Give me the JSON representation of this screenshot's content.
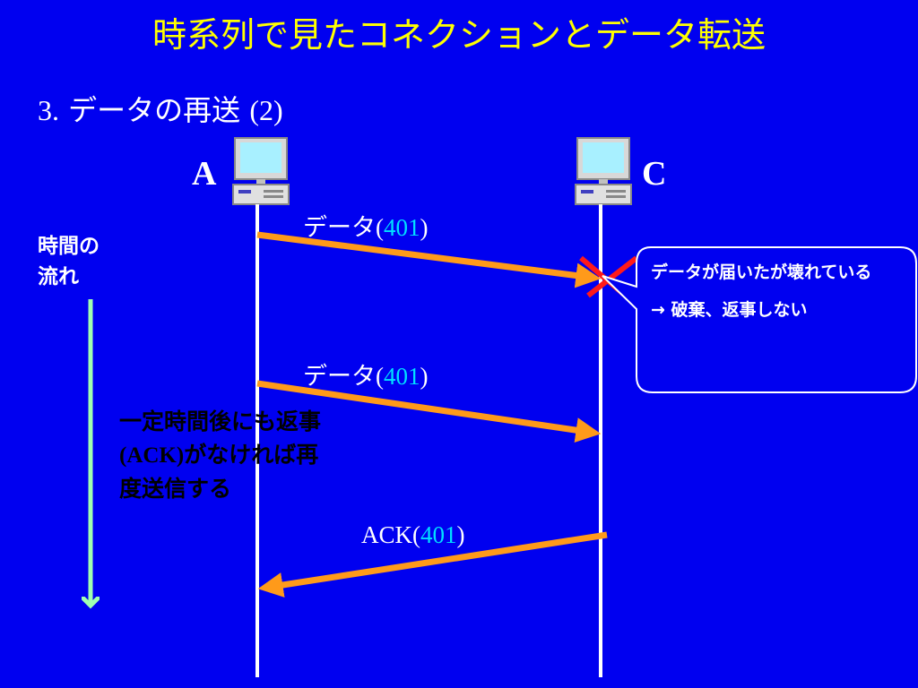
{
  "slide": {
    "title": "時系列で見たコネクションとデータ転送",
    "subtitle_num": "3.",
    "subtitle_text": " データの再送 ",
    "subtitle_paren": "(2)"
  },
  "nodes": {
    "a_label": "A",
    "c_label": "C"
  },
  "messages": [
    {
      "name": "データ",
      "open": "(",
      "seq": "401",
      "close": ")"
    },
    {
      "name": "データ",
      "open": "(",
      "seq": "401",
      "close": ")"
    },
    {
      "name": "ACK",
      "open": "(",
      "seq": "401",
      "close": ")"
    }
  ],
  "time_axis": {
    "line1": "時間の",
    "line2": "流れ"
  },
  "retransmit_note": {
    "line1": "一定時間後にも返事",
    "line2_en": "(ACK)",
    "line2_ja": "がなければ再",
    "line3": "度送信する"
  },
  "callout": {
    "line1": "データが届いたが壊れている",
    "line2": "→ 破棄、返事しない"
  },
  "colors": {
    "background": "#0000f0",
    "title": "#ffff00",
    "arrow": "#ff9a1a",
    "sequence_number": "#00e0ff",
    "time_arrow": "#a0ffb0",
    "error_cross": "#ff1a1a"
  }
}
